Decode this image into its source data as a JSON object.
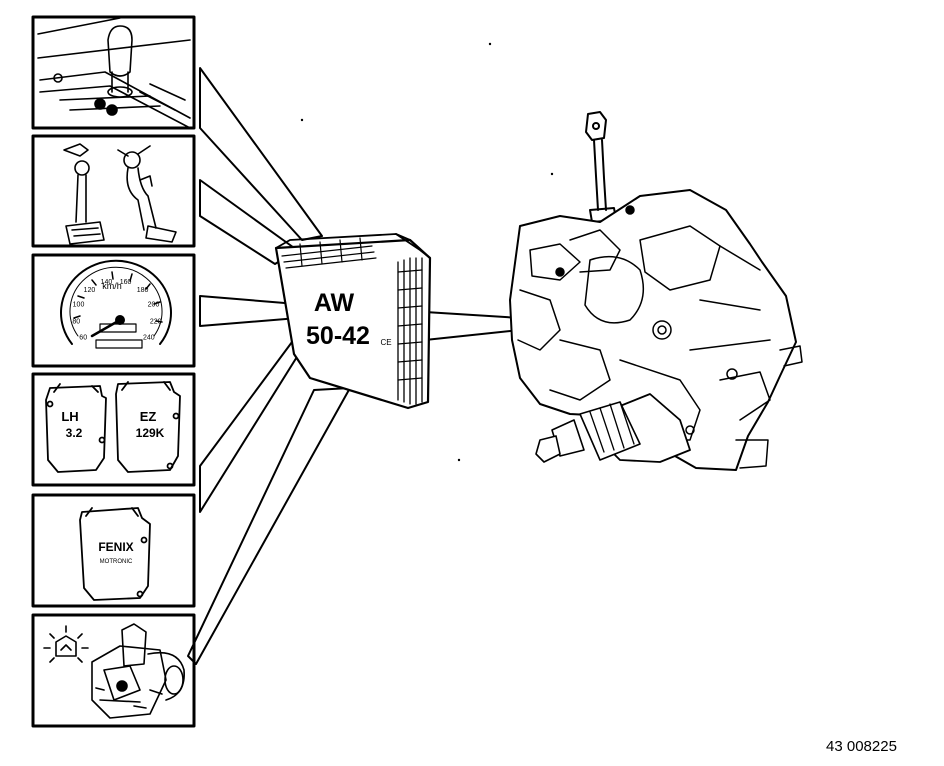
{
  "ecu": {
    "line1": "AW",
    "line2": "50-42",
    "suffix": "CE"
  },
  "panels": {
    "speedometer": {
      "unit": "km/h",
      "labels": [
        "60",
        "80",
        "100",
        "120",
        "140",
        "160",
        "180",
        "200",
        "220",
        "240"
      ]
    },
    "module_lh": {
      "line1": "LH",
      "line2": "3.2"
    },
    "module_ez": {
      "line1": "EZ",
      "line2": "129K"
    },
    "module_fenix": {
      "line1": "FENIX",
      "line2": "MOTRONIC"
    }
  },
  "reference": "43 008225"
}
